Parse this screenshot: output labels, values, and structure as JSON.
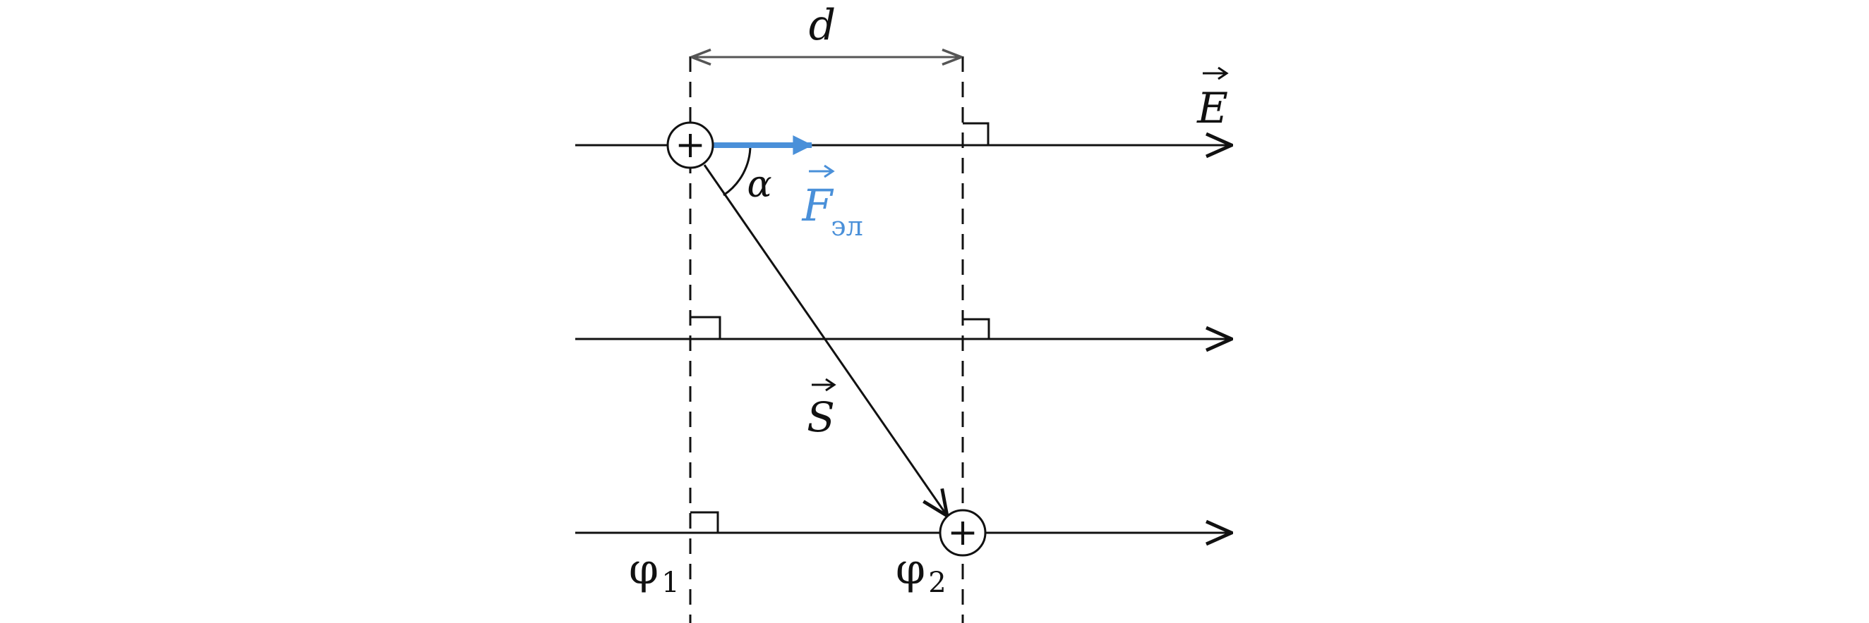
{
  "labels": {
    "distance": "d",
    "field": "E",
    "angle": "α",
    "force_main": "F",
    "force_sub": "эл",
    "displacement": "S",
    "potential_1": "φ",
    "potential_1_sub": "1",
    "potential_2": "φ",
    "potential_2_sub": "2",
    "charge_1": "+",
    "charge_2": "+"
  },
  "colors": {
    "line": "#111111",
    "dimension": "#555555",
    "force": "#4a90d9",
    "background": "#ffffff"
  },
  "icons": {
    "vector_arrow": "right-arrow-over-symbol",
    "charge": "circled-plus"
  }
}
